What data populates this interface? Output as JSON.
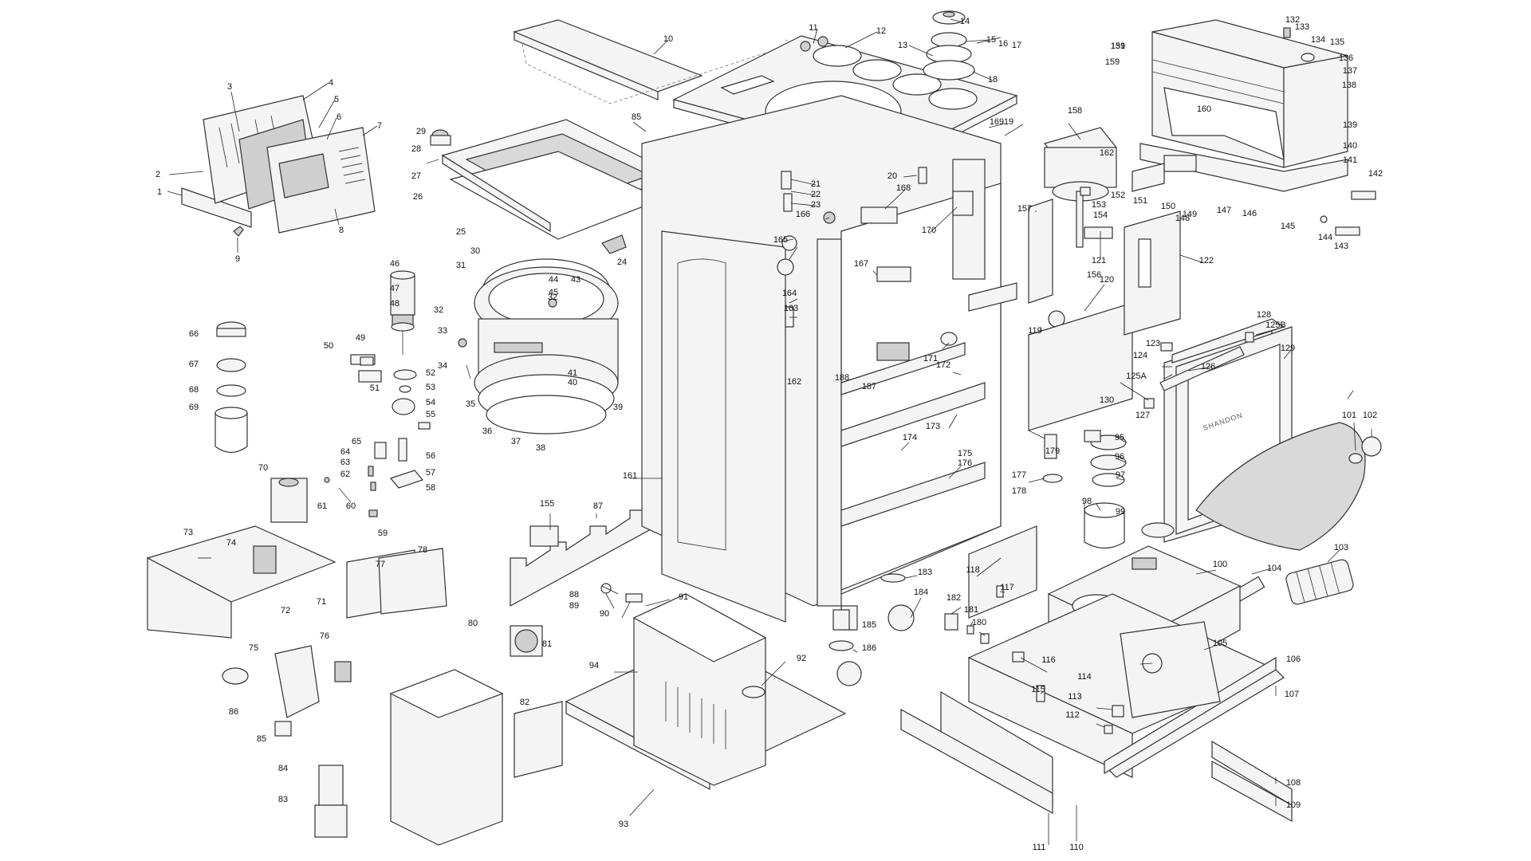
{
  "labels": [
    {
      "t": "1"
    },
    {
      "t": "2"
    },
    {
      "t": "3"
    },
    {
      "t": "4"
    },
    {
      "t": "5"
    },
    {
      "t": "6"
    },
    {
      "t": "7"
    },
    {
      "t": "8"
    },
    {
      "t": "9"
    },
    {
      "t": "10"
    },
    {
      "t": "11"
    },
    {
      "t": "12"
    },
    {
      "t": "13"
    },
    {
      "t": "14"
    },
    {
      "t": "15"
    },
    {
      "t": "16"
    },
    {
      "t": "17"
    },
    {
      "t": "18"
    },
    {
      "t": "19"
    },
    {
      "t": "20"
    },
    {
      "t": "21"
    },
    {
      "t": "22"
    },
    {
      "t": "23"
    },
    {
      "t": "24"
    },
    {
      "t": "25"
    },
    {
      "t": "26"
    },
    {
      "t": "27"
    },
    {
      "t": "28"
    },
    {
      "t": "29"
    },
    {
      "t": "30"
    },
    {
      "t": "31"
    },
    {
      "t": "32"
    },
    {
      "t": "32"
    },
    {
      "t": "33"
    },
    {
      "t": "34"
    },
    {
      "t": "35"
    },
    {
      "t": "36"
    },
    {
      "t": "37"
    },
    {
      "t": "38"
    },
    {
      "t": "39"
    },
    {
      "t": "40"
    },
    {
      "t": "41"
    },
    {
      "t": "43"
    },
    {
      "t": "44"
    },
    {
      "t": "45"
    },
    {
      "t": "46"
    },
    {
      "t": "47"
    },
    {
      "t": "48"
    },
    {
      "t": "49"
    },
    {
      "t": "50"
    },
    {
      "t": "51"
    },
    {
      "t": "52"
    },
    {
      "t": "53"
    },
    {
      "t": "54"
    },
    {
      "t": "55"
    },
    {
      "t": "56"
    },
    {
      "t": "57"
    },
    {
      "t": "58"
    },
    {
      "t": "59"
    },
    {
      "t": "60"
    },
    {
      "t": "61"
    },
    {
      "t": "62"
    },
    {
      "t": "63"
    },
    {
      "t": "64"
    },
    {
      "t": "65"
    },
    {
      "t": "66"
    },
    {
      "t": "67"
    },
    {
      "t": "68"
    },
    {
      "t": "69"
    },
    {
      "t": "70"
    },
    {
      "t": "71"
    },
    {
      "t": "72"
    },
    {
      "t": "73"
    },
    {
      "t": "74"
    },
    {
      "t": "75"
    },
    {
      "t": "76"
    },
    {
      "t": "77"
    },
    {
      "t": "78"
    },
    {
      "t": "80"
    },
    {
      "t": "81"
    },
    {
      "t": "82"
    },
    {
      "t": "83"
    },
    {
      "t": "84"
    },
    {
      "t": "85"
    },
    {
      "t": "85"
    },
    {
      "t": "86"
    },
    {
      "t": "87"
    },
    {
      "t": "88"
    },
    {
      "t": "89"
    },
    {
      "t": "90"
    },
    {
      "t": "91"
    },
    {
      "t": "92"
    },
    {
      "t": "93"
    },
    {
      "t": "94"
    },
    {
      "t": "95"
    },
    {
      "t": "96"
    },
    {
      "t": "97"
    },
    {
      "t": "98"
    },
    {
      "t": "99"
    },
    {
      "t": "100"
    },
    {
      "t": "101"
    },
    {
      "t": "102"
    },
    {
      "t": "103"
    },
    {
      "t": "104"
    },
    {
      "t": "105"
    },
    {
      "t": "106"
    },
    {
      "t": "107"
    },
    {
      "t": "108"
    },
    {
      "t": "109"
    },
    {
      "t": "110"
    },
    {
      "t": "111"
    },
    {
      "t": "112"
    },
    {
      "t": "113"
    },
    {
      "t": "114"
    },
    {
      "t": "115"
    },
    {
      "t": "116"
    },
    {
      "t": "117"
    },
    {
      "t": "118"
    },
    {
      "t": "119"
    },
    {
      "t": "120"
    },
    {
      "t": "121"
    },
    {
      "t": "122"
    },
    {
      "t": "123"
    },
    {
      "t": "124"
    },
    {
      "t": "125A"
    },
    {
      "t": "125B"
    },
    {
      "t": "126"
    },
    {
      "t": "127"
    },
    {
      "t": "128"
    },
    {
      "t": "129"
    },
    {
      "t": "130"
    },
    {
      "t": "131"
    },
    {
      "t": "132"
    },
    {
      "t": "133"
    },
    {
      "t": "134"
    },
    {
      "t": "135"
    },
    {
      "t": "136"
    },
    {
      "t": "137"
    },
    {
      "t": "138"
    },
    {
      "t": "139"
    },
    {
      "t": "140"
    },
    {
      "t": "141"
    },
    {
      "t": "142"
    },
    {
      "t": "143"
    },
    {
      "t": "144"
    },
    {
      "t": "145"
    },
    {
      "t": "146"
    },
    {
      "t": "147"
    },
    {
      "t": "148"
    },
    {
      "t": "149"
    },
    {
      "t": "150"
    },
    {
      "t": "151"
    },
    {
      "t": "152"
    },
    {
      "t": "153"
    },
    {
      "t": "154"
    },
    {
      "t": "155"
    },
    {
      "t": "156"
    },
    {
      "t": "157"
    },
    {
      "t": "158"
    },
    {
      "t": "159"
    },
    {
      "t": "159"
    },
    {
      "t": "160"
    },
    {
      "t": "161"
    },
    {
      "t": "162"
    },
    {
      "t": "162"
    },
    {
      "t": "163"
    },
    {
      "t": "164"
    },
    {
      "t": "165"
    },
    {
      "t": "166"
    },
    {
      "t": "167"
    },
    {
      "t": "168"
    },
    {
      "t": "169"
    },
    {
      "t": "170"
    },
    {
      "t": "171"
    },
    {
      "t": "172"
    },
    {
      "t": "173"
    },
    {
      "t": "174"
    },
    {
      "t": "175"
    },
    {
      "t": "176"
    },
    {
      "t": "177"
    },
    {
      "t": "178"
    },
    {
      "t": "179"
    },
    {
      "t": "180"
    },
    {
      "t": "181"
    },
    {
      "t": "182"
    },
    {
      "t": "183"
    },
    {
      "t": "184"
    },
    {
      "t": "185"
    },
    {
      "t": "186"
    },
    {
      "t": "187"
    },
    {
      "t": "188"
    }
  ],
  "brand_text": "SHANDON"
}
